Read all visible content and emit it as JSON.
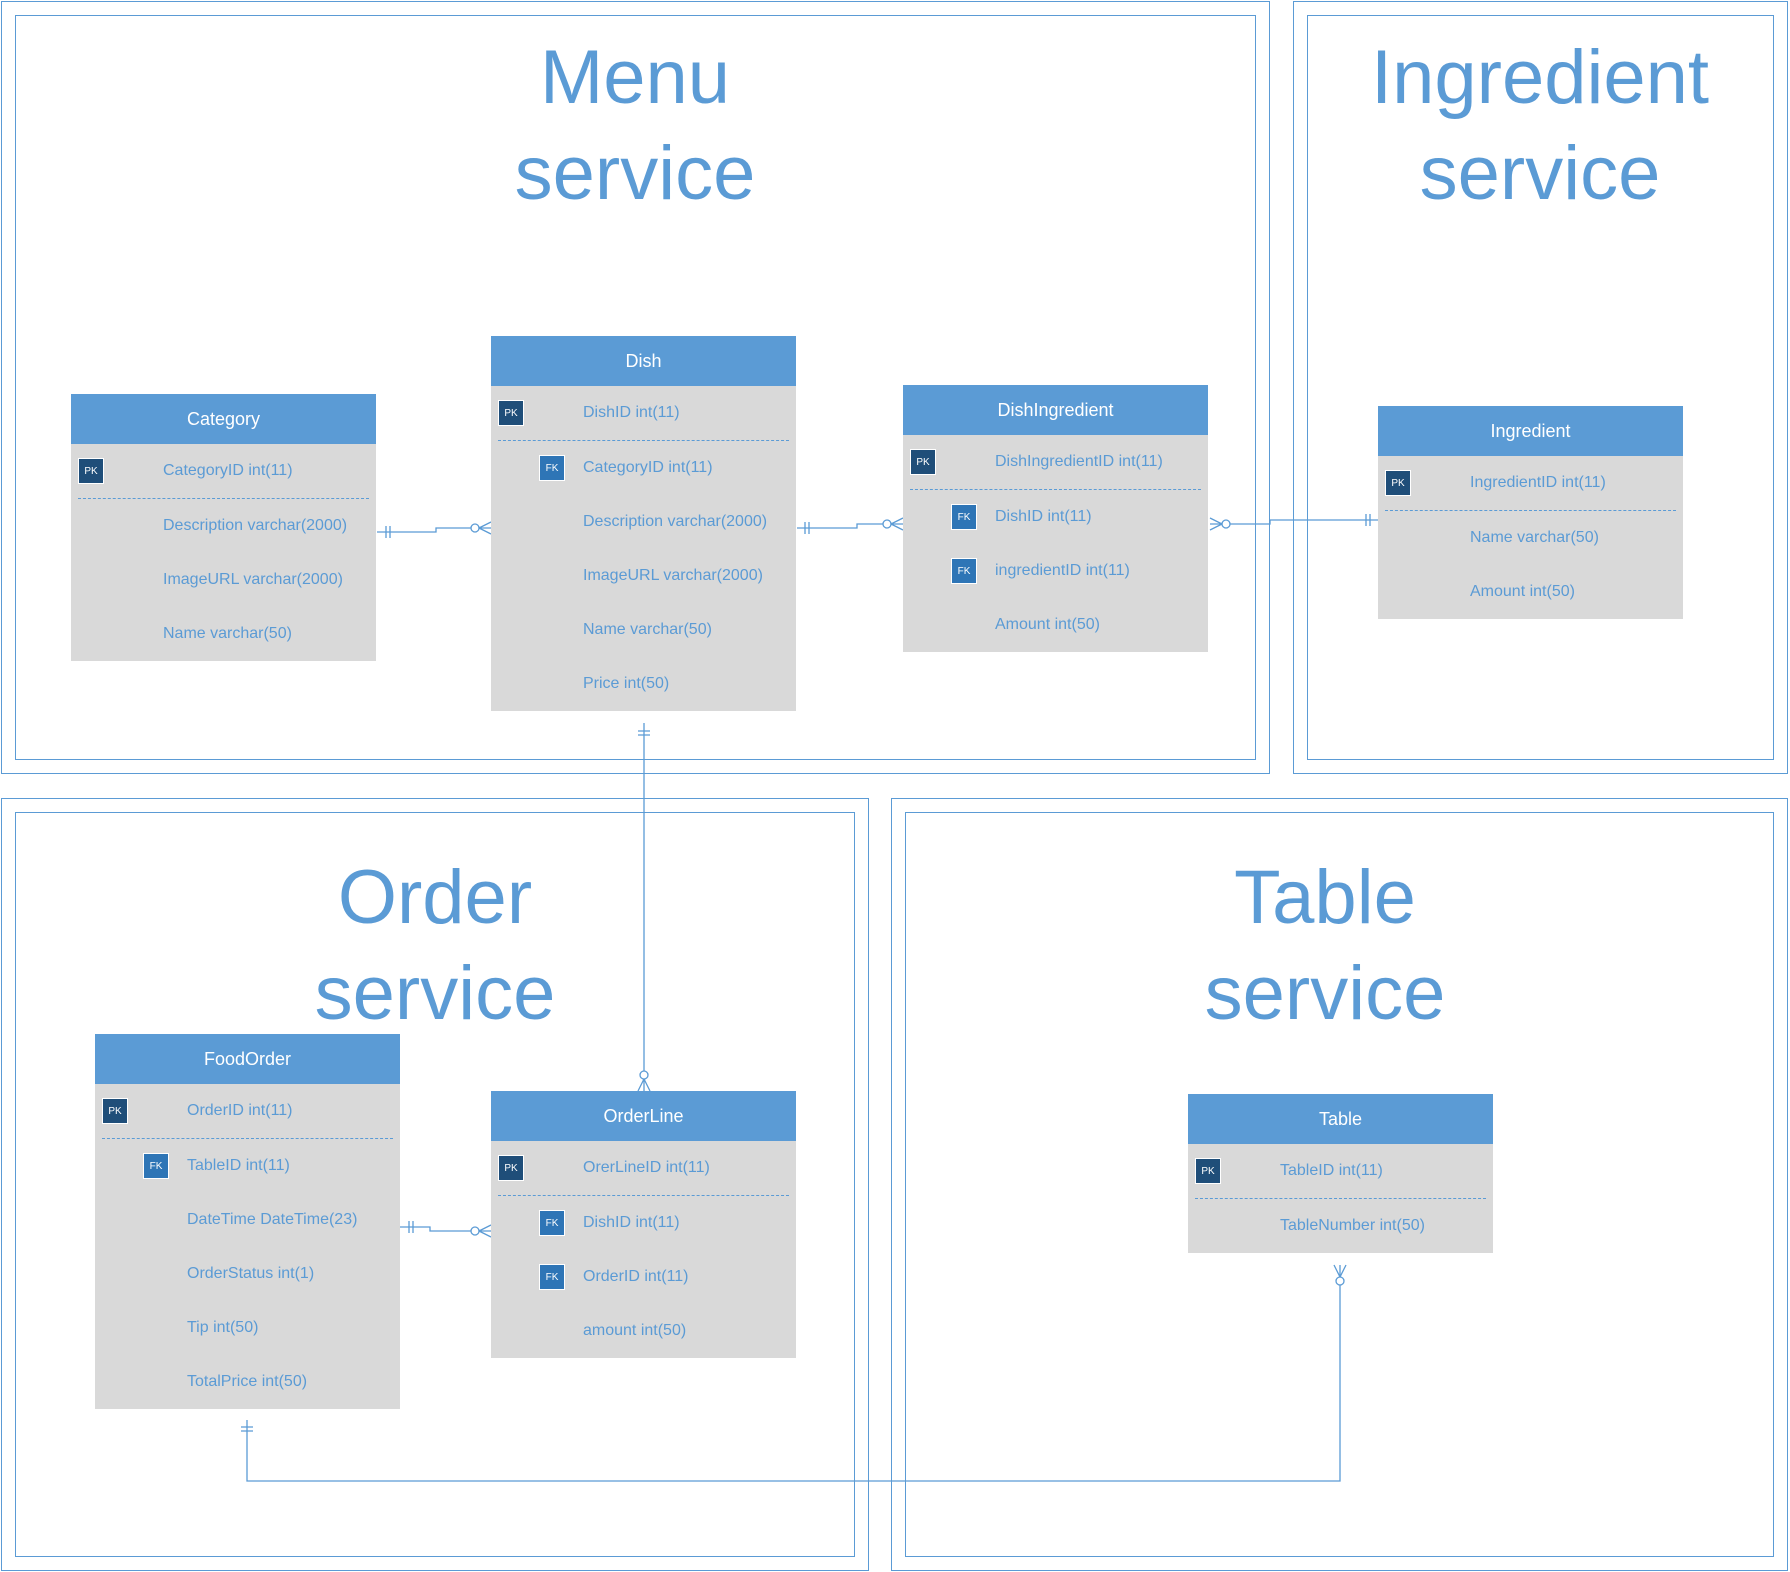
{
  "services": [
    {
      "id": "menu",
      "title_line1": "Menu",
      "title_line2": "service"
    },
    {
      "id": "ingredient",
      "title_line1": "Ingredient",
      "title_line2": "service"
    },
    {
      "id": "order",
      "title_line1": "Order",
      "title_line2": "service"
    },
    {
      "id": "table",
      "title_line1": "Table",
      "title_line2": "service"
    }
  ],
  "entities": {
    "category": {
      "name": "Category",
      "pk": {
        "label": "PK",
        "attr": "CategoryID int(11)"
      },
      "fields": [
        {
          "key": "",
          "attr": "Description varchar(2000)"
        },
        {
          "key": "",
          "attr": "ImageURL varchar(2000)"
        },
        {
          "key": "",
          "attr": "Name varchar(50)"
        }
      ]
    },
    "dish": {
      "name": "Dish",
      "pk": {
        "label": "PK",
        "attr": "DishID int(11)"
      },
      "fields": [
        {
          "key": "FK",
          "attr": "CategoryID int(11)"
        },
        {
          "key": "",
          "attr": "Description varchar(2000)"
        },
        {
          "key": "",
          "attr": "ImageURL varchar(2000)"
        },
        {
          "key": "",
          "attr": "Name varchar(50)"
        },
        {
          "key": "",
          "attr": "Price int(50)"
        }
      ]
    },
    "dishingredient": {
      "name": "DishIngredient",
      "pk": {
        "label": "PK",
        "attr": "DishIngredientID int(11)"
      },
      "fields": [
        {
          "key": "FK",
          "attr": "DishID int(11)"
        },
        {
          "key": "FK",
          "attr": "ingredientID int(11)"
        },
        {
          "key": "",
          "attr": "Amount int(50)"
        }
      ]
    },
    "ingredient": {
      "name": "Ingredient",
      "pk": {
        "label": "PK",
        "attr": "IngredientID int(11)"
      },
      "fields": [
        {
          "key": "",
          "attr": "Name varchar(50)"
        },
        {
          "key": "",
          "attr": "Amount int(50)"
        }
      ]
    },
    "foodorder": {
      "name": "FoodOrder",
      "pk": {
        "label": "PK",
        "attr": "OrderID int(11)"
      },
      "fields": [
        {
          "key": "FK",
          "attr": "TableID int(11)"
        },
        {
          "key": "",
          "attr": "DateTime DateTime(23)"
        },
        {
          "key": "",
          "attr": "OrderStatus int(1)"
        },
        {
          "key": "",
          "attr": "Tip int(50)"
        },
        {
          "key": "",
          "attr": "TotalPrice int(50)"
        }
      ]
    },
    "orderline": {
      "name": "OrderLine",
      "pk": {
        "label": "PK",
        "attr": "OrerLineID int(11)"
      },
      "fields": [
        {
          "key": "FK",
          "attr": "DishID int(11)"
        },
        {
          "key": "FK",
          "attr": "OrderID int(11)"
        },
        {
          "key": "",
          "attr": "amount int(50)"
        }
      ]
    },
    "table": {
      "name": "Table",
      "pk": {
        "label": "PK",
        "attr": "TableID int(11)"
      },
      "fields": [
        {
          "key": "",
          "attr": "TableNumber int(50)"
        }
      ]
    }
  },
  "colors": {
    "accent": "#5b9bd5",
    "header": "#5b9bd5",
    "body": "#d9d9d9",
    "pk_badge": "#1f4e79",
    "fk_badge": "#2e75b6"
  }
}
